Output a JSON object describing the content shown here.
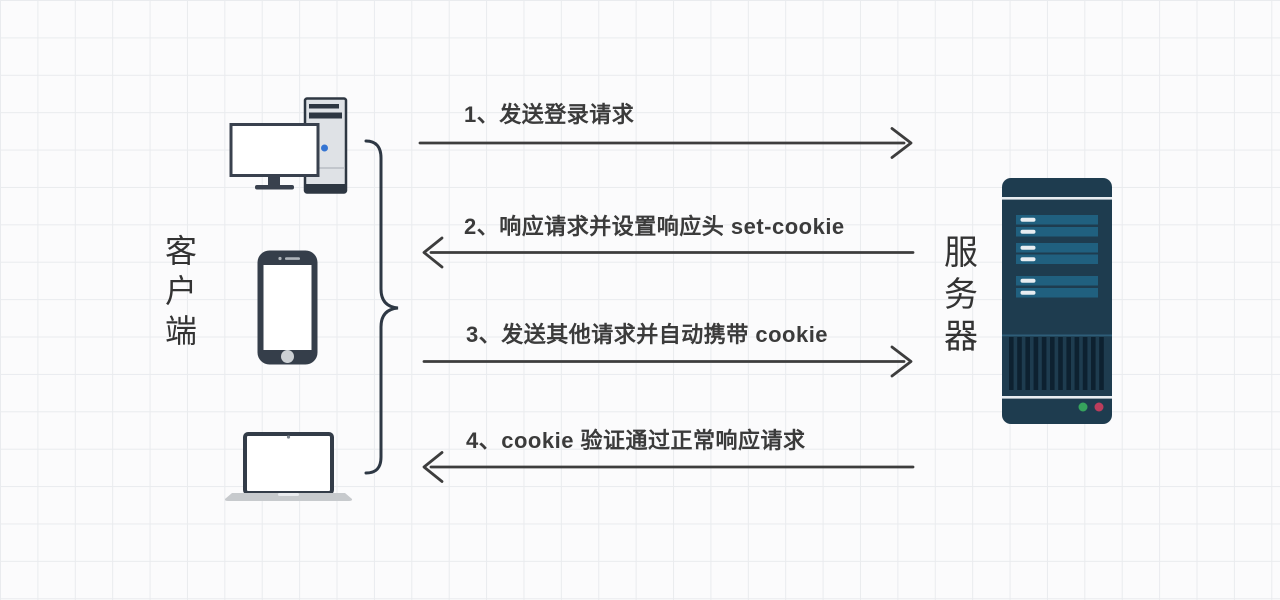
{
  "diagram_title": "cookie-session-flow",
  "client": {
    "label": "客户端",
    "devices": [
      "desktop-computer",
      "smartphone",
      "laptop"
    ]
  },
  "server": {
    "label": "服务器",
    "icon": "server-rack",
    "leds": [
      "green",
      "red"
    ]
  },
  "steps": [
    {
      "id": "1",
      "label": "1、发送登录请求",
      "direction": "client-to-server"
    },
    {
      "id": "2",
      "label": "2、响应请求并设置响应头 set-cookie",
      "direction": "server-to-client"
    },
    {
      "id": "3",
      "label": "3、发送其他请求并自动携带 cookie",
      "direction": "client-to-server"
    },
    {
      "id": "4",
      "label": "4、cookie 验证通过正常响应请求",
      "direction": "server-to-client"
    }
  ],
  "colors": {
    "background": "#fbfbfc",
    "grid_line": "#e9ebee",
    "arrow": "#3d3d3d",
    "text": "#3b3b3b",
    "device_dark": "#353e4a",
    "tower_fill": "#dfe2e6",
    "tower_blue_dot": "#3575d3",
    "server_body": "#1e3c4f",
    "server_bar": "#20607f",
    "server_vent": "#0d2130",
    "led_green": "#36a35d",
    "led_red": "#bb3d5c",
    "laptop_base": "#c7cacd"
  }
}
